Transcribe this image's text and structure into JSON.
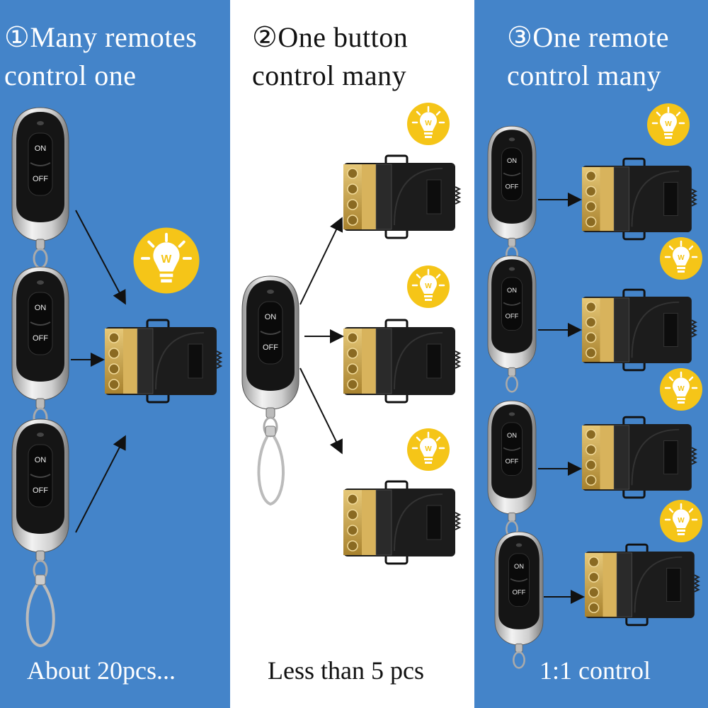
{
  "panels": [
    {
      "number": "①",
      "title_line1": "Many remotes",
      "title_line2": "control one",
      "footer": "About 20pcs..."
    },
    {
      "number": "②",
      "title_line1": "One button",
      "title_line2": "control many",
      "footer": "Less than 5 pcs"
    },
    {
      "number": "③",
      "title_line1": "One remote",
      "title_line2": "control many",
      "footer": "1:1 control"
    }
  ],
  "remote": {
    "on_label": "ON",
    "off_label": "OFF"
  },
  "bulb_letter": "W",
  "colors": {
    "panel_blue": "#4484C9",
    "panel_white": "#FFFFFF",
    "bulb_yellow": "#F5C518",
    "receiver_black": "#1C1C1C",
    "terminal_brass": "#C8A24A"
  }
}
